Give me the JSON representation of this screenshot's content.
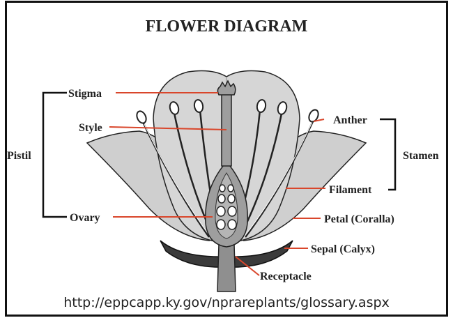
{
  "title": "FLOWER DIAGRAM",
  "labels": {
    "stigma": "Stigma",
    "style": "Style",
    "pistil": "Pistil",
    "ovary": "Ovary",
    "anther": "Anther",
    "stamen": "Stamen",
    "filament": "Filament",
    "petal": "Petal (Coralla)",
    "sepal": "Sepal (Calyx)",
    "receptacle": "Receptacle"
  },
  "source_url": "http://eppcapp.ky.gov/nprareplants/glossary.aspx",
  "colors": {
    "pointer": "#d9462b",
    "bracket": "#111111",
    "petal_fill": "#cfcfcf",
    "ovary_fill": "#9e9e9e",
    "sepal_fill": "#3b3b3b"
  }
}
